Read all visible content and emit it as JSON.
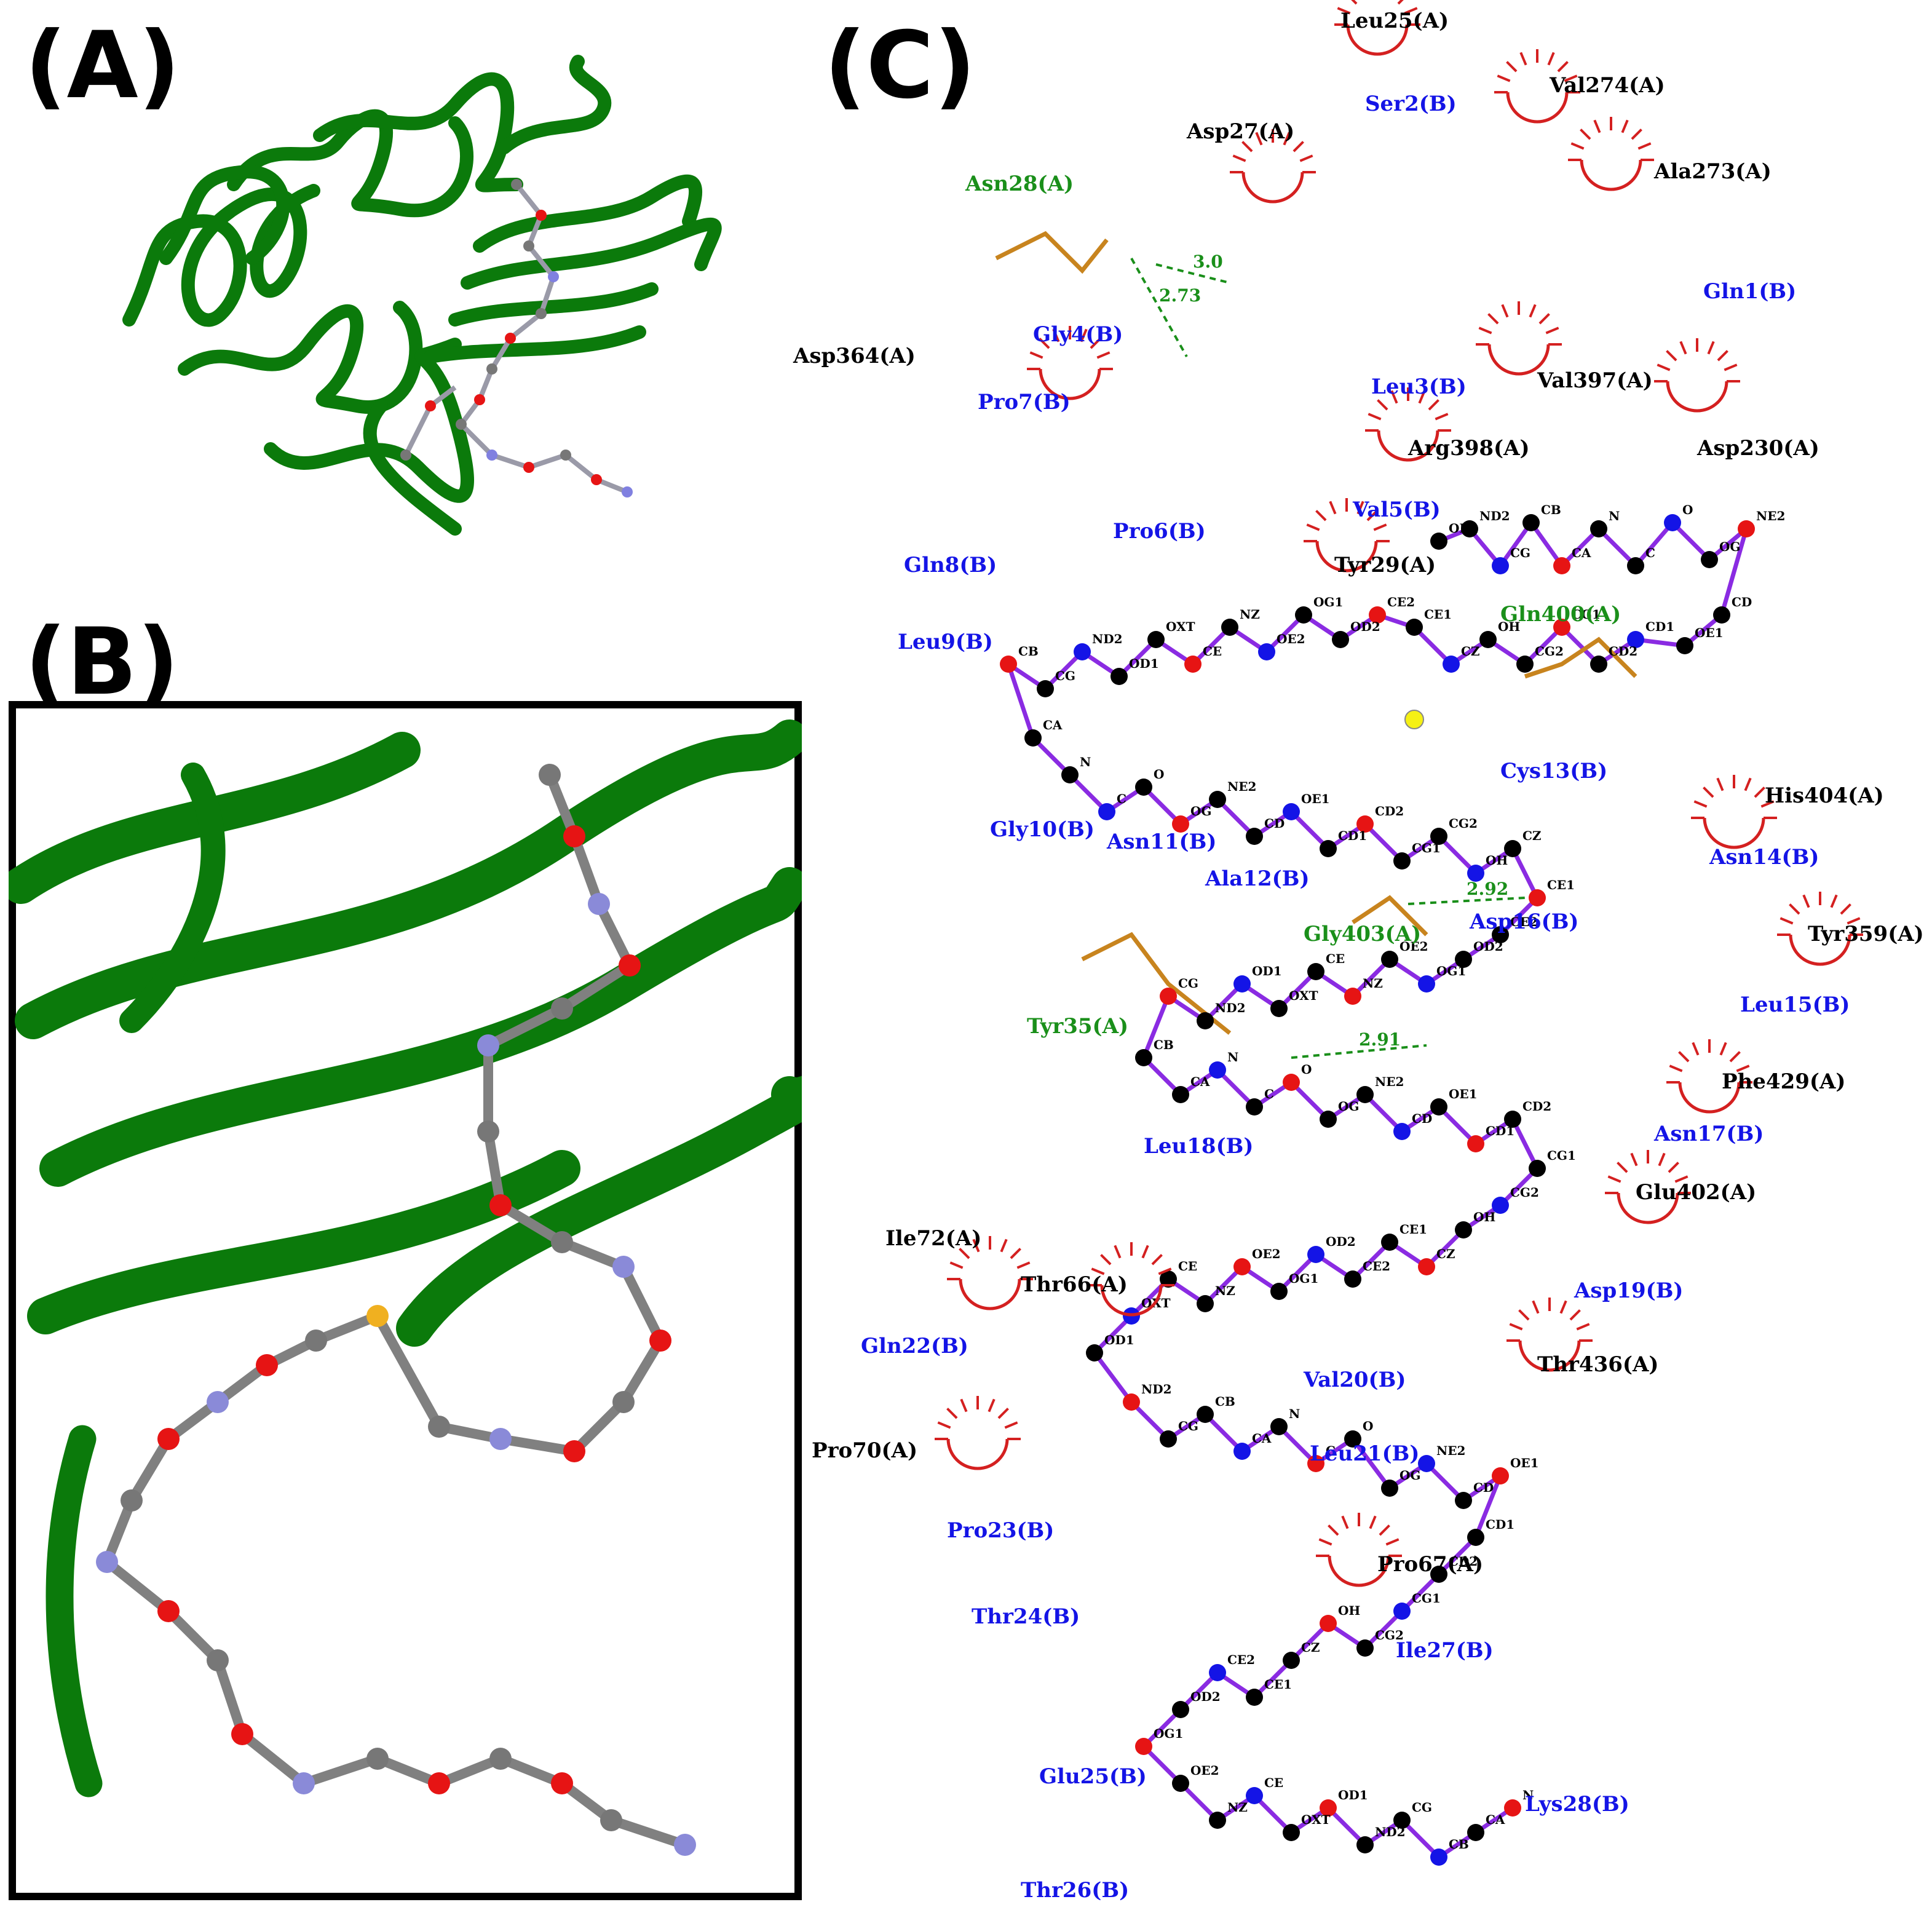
{
  "panels": {
    "a": "(A)",
    "b": "(B)",
    "c": "(C)"
  },
  "colors": {
    "protein_green": "#0b7a0b",
    "ligand_bond": "#8a2be2",
    "receptor_bond": "#c8841e",
    "hbond": "#1a8f1a",
    "hydrophobic": "#d42020",
    "carbon": "#000000",
    "nitrogen": "#1414e6",
    "oxygen": "#e61414",
    "sulfur": "#f5f014",
    "ligand_label": "#1414e6",
    "receptor_hbond_label": "#1a8f1a",
    "receptor_hydrophobic_label": "#000000"
  },
  "residues": {
    "ligand": [
      "Gln1(B)",
      "Ser2(B)",
      "Leu3(B)",
      "Gly4(B)",
      "Val5(B)",
      "Pro6(B)",
      "Pro7(B)",
      "Gln8(B)",
      "Leu9(B)",
      "Gly10(B)",
      "Asn11(B)",
      "Ala12(B)",
      "Cys13(B)",
      "Asn14(B)",
      "Leu15(B)",
      "Asp16(B)",
      "Asn17(B)",
      "Leu18(B)",
      "Asp19(B)",
      "Val20(B)",
      "Leu21(B)",
      "Gln22(B)",
      "Pro23(B)",
      "Thr24(B)",
      "Glu25(B)",
      "Thr26(B)",
      "Ile27(B)",
      "Lys28(B)"
    ],
    "hbond_receptor": [
      "Asn28(A)",
      "Gln400(A)",
      "Gly403(A)",
      "Tyr35(A)"
    ],
    "hydrophobic": [
      "Leu25(A)",
      "Val274(A)",
      "Asp27(A)",
      "Ala273(A)",
      "Asp364(A)",
      "Val397(A)",
      "Asp230(A)",
      "Arg398(A)",
      "Tyr29(A)",
      "His404(A)",
      "Tyr359(A)",
      "Phe429(A)",
      "Glu402(A)",
      "Ile72(A)",
      "Thr66(A)",
      "Thr436(A)",
      "Pro70(A)",
      "Pro67(A)"
    ]
  },
  "hbond_distances": [
    "3.0",
    "2.73",
    "2.92",
    "2.91"
  ],
  "atom_labels": [
    "OD1",
    "ND2",
    "CG",
    "CB",
    "CA",
    "N",
    "C",
    "O",
    "OG",
    "NE2",
    "CD",
    "OE1",
    "CD1",
    "CD2",
    "CG1",
    "CG2",
    "OH",
    "CZ",
    "CE1",
    "CE2",
    "OD2",
    "OG1",
    "OE2",
    "NZ",
    "CE",
    "OXT"
  ]
}
